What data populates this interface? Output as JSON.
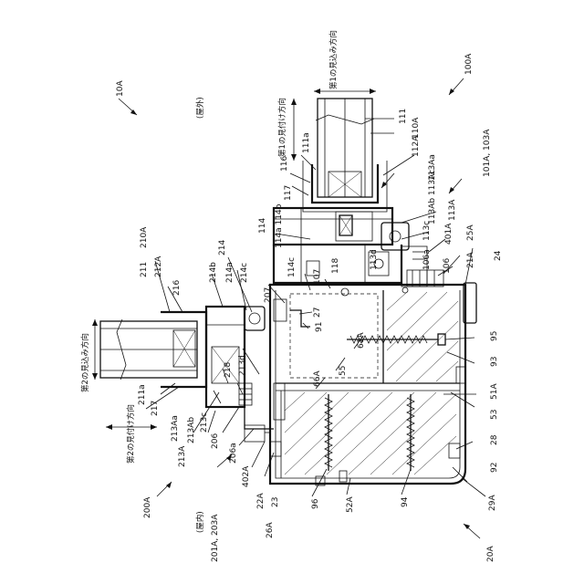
{
  "drawing": {
    "direction_labels": {
      "first_mitsuke": "第1の見付け方向",
      "first_mikomi": "第1の見込み方向",
      "second_mitsuke": "第2の見付け方向",
      "second_mikomi": "第2の見込み方向",
      "outdoor": "(屋外)",
      "indoor": "(屋内)"
    },
    "refs": {
      "r10A": "10A",
      "r100A": "100A",
      "r200A": "200A",
      "r20A": "20A",
      "r111": "111",
      "r110A": "110A",
      "r112A": "112A",
      "r113Aa": "113Aa",
      "r111a": "111a",
      "r116": "116",
      "r117": "117",
      "r114": "114",
      "r114a114b": "114a 114b",
      "r113Ab113Ac": "113Ab 113Ac",
      "r113A": "113A",
      "r101A103A": "101A, 103A",
      "r113c": "113c",
      "r401A": "401A",
      "r25A": "25A",
      "r113d": "113d",
      "r118": "118",
      "r114c": "114c",
      "r107": "107",
      "r106a": "106a",
      "r106": "106",
      "r21A": "21A",
      "r24": "24",
      "r211": "211",
      "r210A": "210A",
      "r212A": "212A",
      "r216": "216",
      "r214b": "214b",
      "r214a": "214a",
      "r214": "214",
      "r214c": "214c",
      "r207": "207",
      "r27": "27",
      "r91": "91",
      "r61A": "61A",
      "r95": "95",
      "r93": "93",
      "r55": "55",
      "r66A": "66A",
      "r51A": "51A",
      "r53": "53",
      "r213d": "213d",
      "r218": "218",
      "r211a": "211a",
      "r217": "217",
      "r213Aa": "213Aa",
      "r213Ab": "213Ab",
      "r213c": "213c",
      "r213A": "213A",
      "r206": "206",
      "r206a": "206a",
      "r402A": "402A",
      "r22A": "22A",
      "r23": "23",
      "r26A": "26A",
      "r96": "96",
      "r52A": "52A",
      "r94": "94",
      "r28": "28",
      "r92": "92",
      "r29A": "29A",
      "r201A203A": "201A, 203A"
    }
  }
}
